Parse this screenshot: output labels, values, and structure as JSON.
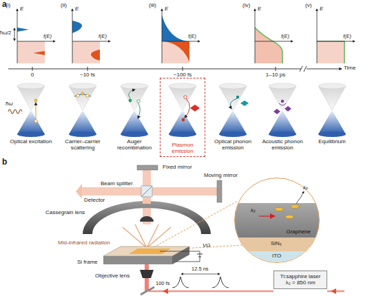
{
  "diagram": {
    "nodes": [
      {
        "text": [
          "Plasmon emission"
        ]
      },
      {
        "text": [
          "Ti:sapphire laser λ₀ = 850 nm"
        ]
      },
      {
        "text": [
          "Graphene"
        ]
      },
      {
        "text": [
          "SiNₓ"
        ]
      },
      {
        "text": [
          "ITO"
        ]
      }
    ],
    "labels": [
      "a",
      "(i)",
      "E",
      "ħω/2",
      "f(E)",
      "(ii)",
      "E",
      "f(E)",
      "(iii)",
      "E",
      "f(E)",
      "(iv)",
      "E",
      "f(E)",
      "(v)",
      "E",
      "f(E)",
      "0",
      "~10 fs",
      "~100 fs",
      "1–10 ps",
      "Time",
      "ħω",
      "Optical excitation",
      "Carrier–carrier scattering",
      "Auger recombination",
      "Optical phonon emission",
      "Acoustic phonon emission",
      "Equilibrium",
      "b",
      "Fixed mirror",
      "Beam splitter",
      "Moving mirror",
      "Detector",
      "Cassegrain lens",
      "Mid-infrared radiation",
      "VG",
      "Si frame",
      "Objective lens",
      "12.5 ns",
      "100 fs",
      "kₚ",
      "kₓ"
    ]
  }
}
